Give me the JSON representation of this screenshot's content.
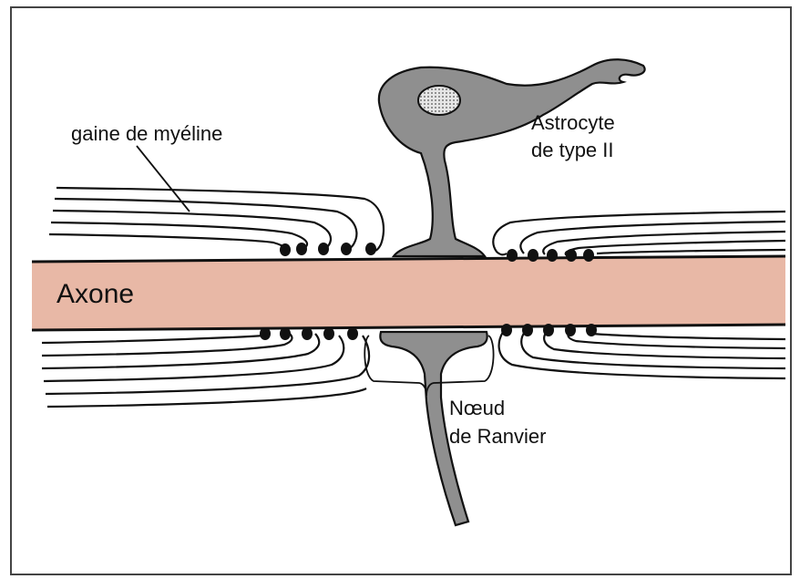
{
  "labels": {
    "myelin_sheath": "gaine de myéline",
    "astrocyte_line1": "Astrocyte",
    "astrocyte_line2": "de type II",
    "axon": "Axone",
    "node_line1": "Nœud",
    "node_line2": "de Ranvier"
  },
  "colors": {
    "axon_fill": "#e8b8a6",
    "astrocyte_fill": "#8f8f8f",
    "nucleus_fill": "#d8d8d8",
    "line": "#111111",
    "frame": "#444444"
  }
}
